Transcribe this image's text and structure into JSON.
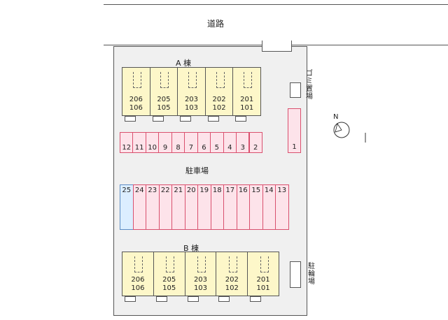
{
  "road": {
    "label": "道路"
  },
  "building_a": {
    "label": "A 棟",
    "units": [
      {
        "upper": "206",
        "lower": "106"
      },
      {
        "upper": "205",
        "lower": "105"
      },
      {
        "upper": "203",
        "lower": "103"
      },
      {
        "upper": "202",
        "lower": "102"
      },
      {
        "upper": "201",
        "lower": "101"
      }
    ]
  },
  "building_b": {
    "label": "B 棟",
    "units": [
      {
        "upper": "206",
        "lower": "106"
      },
      {
        "upper": "205",
        "lower": "105"
      },
      {
        "upper": "203",
        "lower": "103"
      },
      {
        "upper": "202",
        "lower": "102"
      },
      {
        "upper": "201",
        "lower": "101"
      }
    ]
  },
  "parking": {
    "label": "駐車場",
    "row_top": [
      "12",
      "11",
      "10",
      "9",
      "8",
      "7",
      "6",
      "5",
      "4",
      "3",
      "2"
    ],
    "single": "1",
    "row_bottom": [
      "25",
      "24",
      "23",
      "22",
      "21",
      "20",
      "19",
      "18",
      "17",
      "16",
      "15",
      "14",
      "13"
    ],
    "highlight": "25"
  },
  "garbage": {
    "label": "ゴミ置場"
  },
  "bicycle": {
    "label": "駐輪場"
  },
  "compass": {
    "label": "N"
  },
  "colors": {
    "unit_fill": "#fdf7c9",
    "space_fill": "#fde3ea",
    "space_border": "#d9506e",
    "highlight_fill": "#dceeff"
  }
}
